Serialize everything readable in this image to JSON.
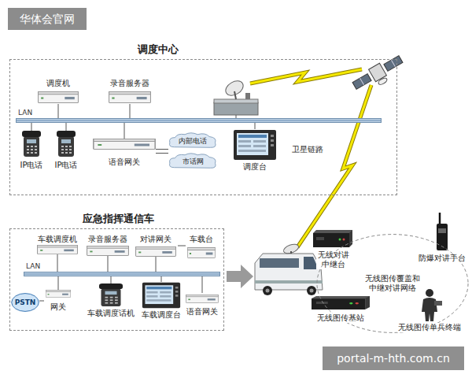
{
  "diagram": {
    "nodes": [
      {
        "text": [
          "调度中心"
        ]
      },
      {
        "text": [
          "调度机"
        ],
        "in": 0
      },
      {
        "text": [
          "录音服务器"
        ],
        "in": 0
      },
      {
        "text": [
          "LAN"
        ],
        "in": 0
      },
      {
        "text": [
          "IP电话"
        ],
        "in": 0
      },
      {
        "text": [
          "IP电话"
        ],
        "in": 0
      },
      {
        "text": [
          "语音网关"
        ],
        "in": 0
      },
      {
        "text": [
          "内部电话"
        ],
        "in": 0
      },
      {
        "text": [
          "市话网"
        ],
        "in": 0
      },
      {
        "text": [
          "调度台"
        ],
        "in": 0
      },
      {
        "text": [
          "应急指挥通信车"
        ]
      },
      {
        "text": [
          "车载调度机"
        ],
        "in": 10
      },
      {
        "text": [
          "录音服务器"
        ],
        "in": 10
      },
      {
        "text": [
          "对讲网关"
        ],
        "in": 10
      },
      {
        "text": [
          "车载台"
        ],
        "in": 10
      },
      {
        "text": [
          "LAN"
        ],
        "in": 10
      },
      {
        "text": [
          "PSTN"
        ],
        "in": 10
      },
      {
        "text": [
          "网关"
        ],
        "in": 10
      },
      {
        "text": [
          "车载调度话机"
        ],
        "in": 10
      },
      {
        "text": [
          "车载调度台"
        ],
        "in": 10
      },
      {
        "text": [
          "语音网关"
        ],
        "in": 10
      },
      {
        "text": [
          "无线对讲中继台"
        ]
      },
      {
        "text": [
          "防爆对讲手台"
        ]
      },
      {
        "text": [
          "无线图传覆盖和中继对讲网络"
        ]
      },
      {
        "text": [
          "无线图传基站"
        ]
      },
      {
        "text": [
          "无线图传单兵终端"
        ]
      }
    ],
    "edges": [
      {
        "from": 1,
        "to": 3,
        "arrow": "none"
      },
      {
        "from": 2,
        "to": 3,
        "arrow": "none"
      },
      {
        "from": 4,
        "to": 3,
        "arrow": "none"
      },
      {
        "from": 5,
        "to": 3,
        "arrow": "none"
      },
      {
        "from": 6,
        "to": 3,
        "arrow": "none"
      },
      {
        "from": 9,
        "to": 3,
        "arrow": "none"
      },
      {
        "from": 6,
        "to": 7,
        "arrow": "none"
      },
      {
        "from": 6,
        "to": 8,
        "arrow": "none"
      },
      {
        "from": 11,
        "to": 15,
        "arrow": "none"
      },
      {
        "from": 12,
        "to": 15,
        "arrow": "none"
      },
      {
        "from": 13,
        "to": 15,
        "arrow": "none"
      },
      {
        "from": 13,
        "to": 14,
        "arrow": "none"
      },
      {
        "from": 17,
        "to": 15,
        "arrow": "none"
      },
      {
        "from": 17,
        "to": 16,
        "arrow": "none"
      },
      {
        "from": 18,
        "to": 15,
        "arrow": "none"
      },
      {
        "from": 19,
        "to": 15,
        "arrow": "none"
      },
      {
        "from": 20,
        "to": 15,
        "arrow": "none"
      }
    ],
    "labels": [
      "华体会官网",
      "卫星链路",
      "portal-m-hth.com.cn"
    ]
  }
}
